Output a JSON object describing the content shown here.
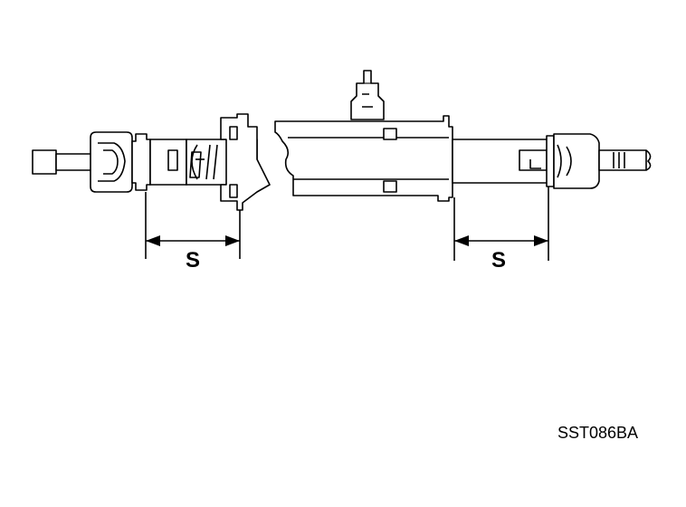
{
  "labels": {
    "dimension_left": "S",
    "dimension_right": "S",
    "figure_code": "SST086BA"
  },
  "colors": {
    "line": "#000000",
    "background": "#ffffff"
  }
}
